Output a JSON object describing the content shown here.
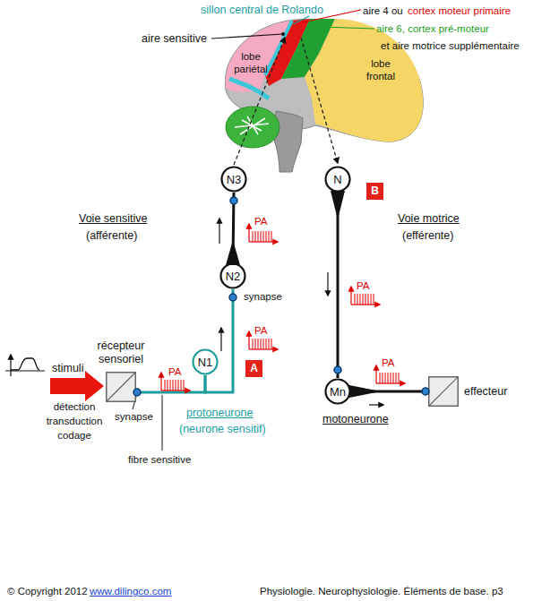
{
  "diagram": {
    "nodes": [
      {
        "text": [
          "N3"
        ]
      },
      {
        "text": [
          "N"
        ]
      },
      {
        "text": [
          "B"
        ]
      },
      {
        "text": [
          "N2"
        ]
      },
      {
        "text": [
          "récepteur sensoriel"
        ]
      },
      {
        "text": [
          "N1"
        ]
      },
      {
        "text": [
          "A"
        ]
      },
      {
        "text": [
          "Mn"
        ]
      },
      {
        "text": [
          "effecteur"
        ]
      }
    ],
    "edges": [
      {
        "from": 4,
        "to": 5,
        "arrow": "none"
      },
      {
        "from": 5,
        "to": 3,
        "arrow": "none"
      },
      {
        "from": 3,
        "to": 0,
        "arrow": "none"
      },
      {
        "from": 1,
        "to": 7,
        "arrow": "none"
      },
      {
        "from": 7,
        "to": 8,
        "arrow": "none"
      }
    ],
    "labels": [
      "sillon central de Rolando",
      "aire 4 ou",
      "cortex moteur primaire",
      "aire sensitive",
      "aire 6, cortex pré-moteur",
      "et aire motrice supplémentaire",
      "lobe pariétal",
      "lobe frontal",
      "Voie sensitive",
      "(afférente)",
      "Voie motrice",
      "(efférente)",
      "PA",
      "PA",
      "synapse",
      "PA",
      "stimuli",
      "PA",
      "PA",
      "détection transduction codage",
      "synapse",
      "protoneurone",
      "(neurone sensitif)",
      "motoneurone",
      "fibre sensitive",
      "© Copyright 2012",
      "www.dilingco.com",
      "Physiologie. Neurophysiologie. Éléments de base. p3"
    ]
  }
}
